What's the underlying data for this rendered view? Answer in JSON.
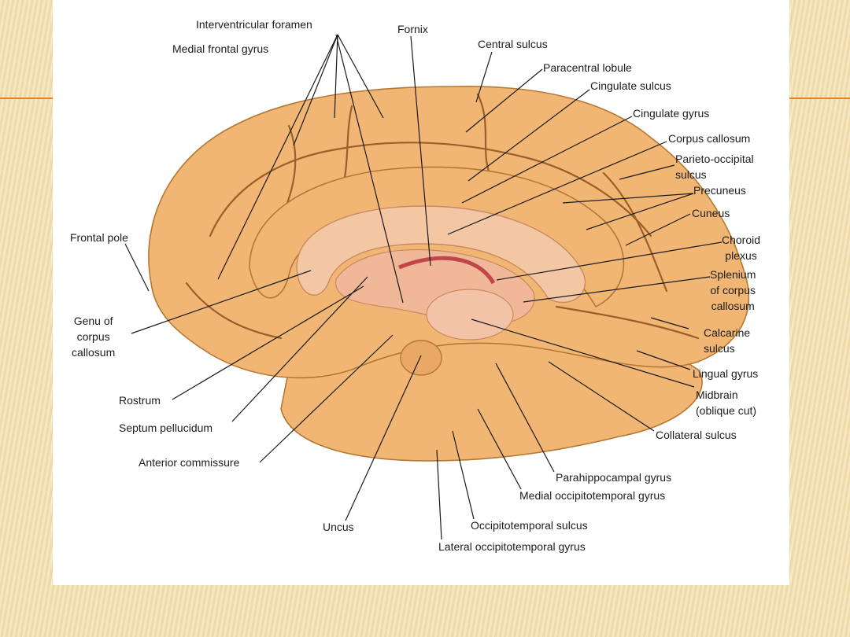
{
  "labels": {
    "interventricular_foramen": "Interventricular foramen",
    "medial_frontal_gyrus": "Medial frontal gyrus",
    "fornix": "Fornix",
    "central_sulcus": "Central sulcus",
    "paracentral_lobule": "Paracentral lobule",
    "cingulate_sulcus": "Cingulate sulcus",
    "cingulate_gyrus": "Cingulate gyrus",
    "corpus_callosum": "Corpus callosum",
    "parieto_occipital_sulcus": "Parieto-occipital\nsulcus",
    "precuneus": "Precuneus",
    "cuneus": "Cuneus",
    "frontal_pole": "Frontal pole",
    "choroid_plexus": "Choroid\nplexus",
    "splenium": "Splenium\nof corpus\ncallosum",
    "genu": "Genu of\ncorpus\ncallosum",
    "calcarine_sulcus": "Calcarine\nsulcus",
    "lingual_gyrus": "Lingual gyrus",
    "midbrain": "Midbrain\n(oblique cut)",
    "rostrum": "Rostrum",
    "septum_pellucidum": "Septum pellucidum",
    "collateral_sulcus": "Collateral sulcus",
    "anterior_commissure": "Anterior commissure",
    "parahippocampal_gyrus": "Parahippocampal gyrus",
    "medial_occipitotemporal_gyrus": "Medial occipitotemporal gyrus",
    "uncus": "Uncus",
    "occipitotemporal_sulcus": "Occipitotemporal sulcus",
    "lateral_occipitotemporal_gyrus": "Lateral occipitotemporal gyrus"
  },
  "colors": {
    "slide_accent_line": "#e8821e",
    "brain_surface": "#f1b674",
    "corpus_callosum": "#f4c7a4",
    "choroid_plexus": "#c0464a"
  }
}
